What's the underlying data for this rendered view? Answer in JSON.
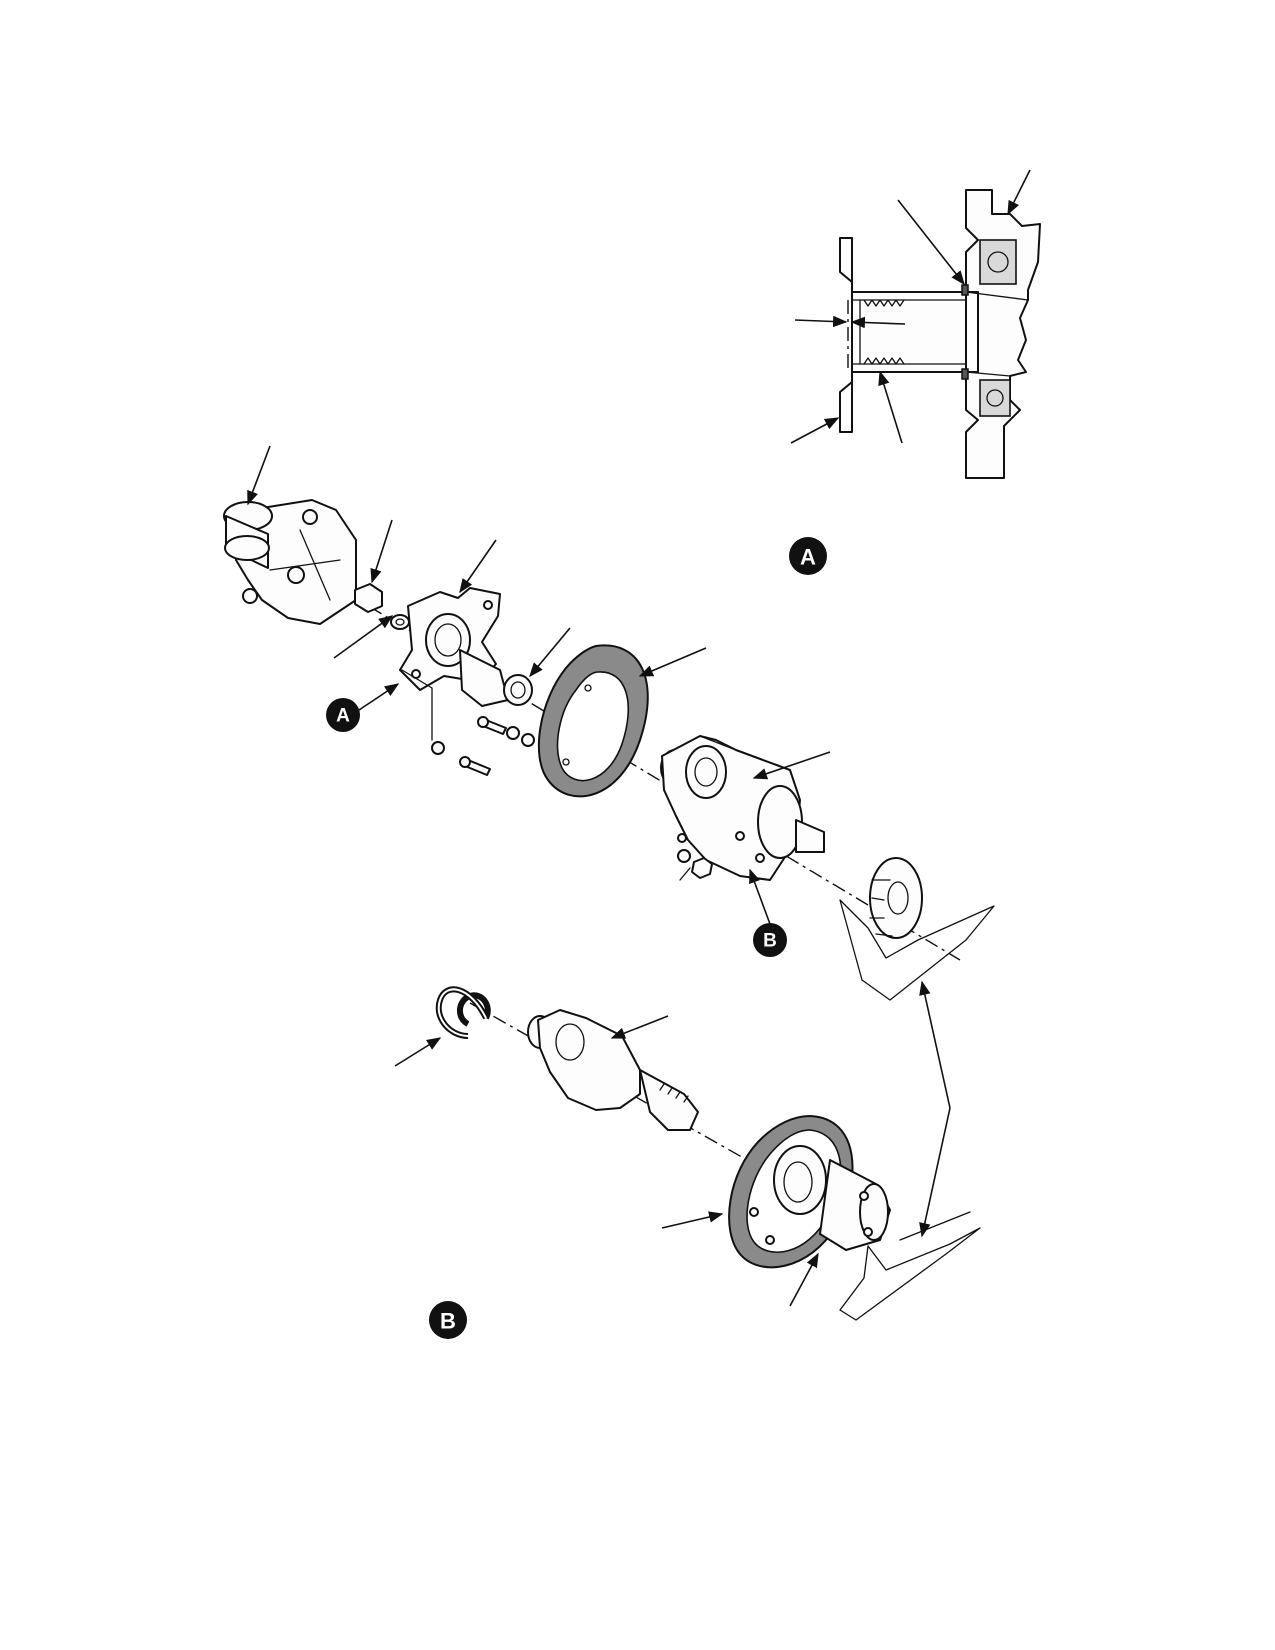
{
  "badges": {
    "detail_a_label": "A",
    "callout_a_label": "A",
    "callout_b_label": "B",
    "detail_b_label": "B"
  },
  "colors": {
    "ink": "#111111",
    "gasket_gray": "#8a8a8a",
    "paper": "#ffffff"
  }
}
